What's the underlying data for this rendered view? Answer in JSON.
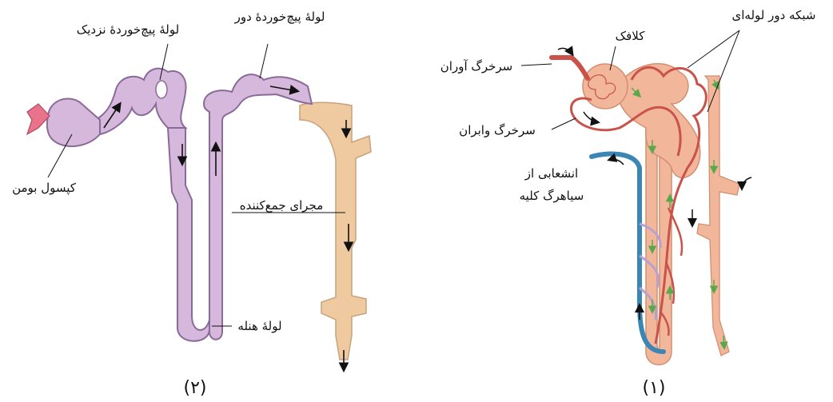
{
  "figure_right": {
    "caption": "(۱)",
    "labels": {
      "peritubular": "شبکه دور لوله‌ای",
      "glomerulus": "کلافک",
      "afferent": "سرخرگ آوران",
      "efferent": "سرخرگ وابران",
      "renal_vein_line1": "انشعابی از",
      "renal_vein_line2": "سیاهرگ کلیه"
    }
  },
  "figure_left": {
    "caption": "(۲)",
    "labels": {
      "proximal": "لولهٔ پیچ‌خوردهٔ نزدیک",
      "distal": "لولهٔ پیچ‌خوردهٔ دور",
      "bowman": "کپسول بومن",
      "collecting": "مجرای جمع‌کننده",
      "henle": "لولهٔ هنله"
    }
  },
  "colors": {
    "tubule_purple": "#d6b8dc",
    "tubule_purple_stroke": "#8a6a99",
    "collecting_tan": "#efc9a0",
    "collecting_stroke": "#c9a27a",
    "artery_red": "#c9524a",
    "vein_blue": "#3c86b5",
    "nephron_peach": "#f2b79a",
    "flow_green": "#5aa84a",
    "capsule_pink": "#e8738a"
  }
}
